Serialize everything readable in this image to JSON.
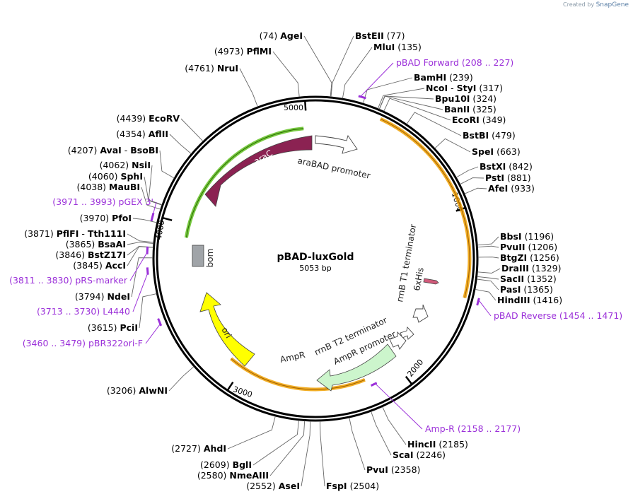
{
  "credit": {
    "prefix": "Created by",
    "brand": "SnapGene"
  },
  "plasmid": {
    "name": "pBAD-luxGold",
    "size_label": "5053 bp",
    "length": 5053
  },
  "ticks": [
    "1000",
    "2000",
    "3000",
    "4000",
    "5000"
  ],
  "sites": [
    {
      "pos": 74,
      "name": "AgeI",
      "num": "(74)"
    },
    {
      "pos": 77,
      "name": "BstEII",
      "num": "(77)"
    },
    {
      "pos": 135,
      "name": "MluI",
      "num": "(135)"
    },
    {
      "pos": 239,
      "name": "BamHI",
      "num": "(239)"
    },
    {
      "pos": 317,
      "name": "NcoI",
      "name2": "StyI",
      "num": "(317)"
    },
    {
      "pos": 324,
      "name": "Bpu10I",
      "num": "(324)"
    },
    {
      "pos": 325,
      "name": "BanII",
      "num": "(325)"
    },
    {
      "pos": 349,
      "name": "EcoRI",
      "num": "(349)"
    },
    {
      "pos": 479,
      "name": "BstBI",
      "num": "(479)"
    },
    {
      "pos": 663,
      "name": "SpeI",
      "num": "(663)"
    },
    {
      "pos": 842,
      "name": "BstXI",
      "num": "(842)"
    },
    {
      "pos": 881,
      "name": "PstI",
      "num": "(881)"
    },
    {
      "pos": 933,
      "name": "AfeI",
      "num": "(933)"
    },
    {
      "pos": 1196,
      "name": "BbsI",
      "num": "(1196)"
    },
    {
      "pos": 1206,
      "name": "PvuII",
      "num": "(1206)"
    },
    {
      "pos": 1256,
      "name": "BtgZI",
      "num": "(1256)"
    },
    {
      "pos": 1329,
      "name": "DraIII",
      "num": "(1329)"
    },
    {
      "pos": 1352,
      "name": "SacII",
      "num": "(1352)"
    },
    {
      "pos": 1365,
      "name": "PasI",
      "num": "(1365)"
    },
    {
      "pos": 1416,
      "name": "HindIII",
      "num": "(1416)"
    },
    {
      "pos": 2185,
      "name": "HincII",
      "num": "(2185)"
    },
    {
      "pos": 2246,
      "name": "ScaI",
      "num": "(2246)"
    },
    {
      "pos": 2358,
      "name": "PvuI",
      "num": "(2358)"
    },
    {
      "pos": 2504,
      "name": "FspI",
      "num": "(2504)"
    },
    {
      "pos": 2552,
      "name": "AseI",
      "num": "(2552)"
    },
    {
      "pos": 2580,
      "name": "NmeAIII",
      "num": "(2580)"
    },
    {
      "pos": 2609,
      "name": "BglI",
      "num": "(2609)"
    },
    {
      "pos": 2727,
      "name": "AhdI",
      "num": "(2727)"
    },
    {
      "pos": 3206,
      "name": "AlwNI",
      "num": "(3206)"
    },
    {
      "pos": 3615,
      "name": "PciI",
      "num": "(3615)"
    },
    {
      "pos": 3794,
      "name": "NdeI",
      "num": "(3794)"
    },
    {
      "pos": 3845,
      "name": "AccI",
      "num": "(3845)"
    },
    {
      "pos": 3846,
      "name": "BstZ17I",
      "num": "(3846)"
    },
    {
      "pos": 3865,
      "name": "BsaAI",
      "num": "(3865)"
    },
    {
      "pos": 3871,
      "name": "PflFI",
      "name2": "Tth111I",
      "num": "(3871)"
    },
    {
      "pos": 3970,
      "name": "PfoI",
      "num": "(3970)"
    },
    {
      "pos": 4038,
      "name": "MauBI",
      "num": "(4038)"
    },
    {
      "pos": 4060,
      "name": "SphI",
      "num": "(4060)"
    },
    {
      "pos": 4062,
      "name": "NsiI",
      "num": "(4062)"
    },
    {
      "pos": 4207,
      "name": "AvaI",
      "name2": "BsoBI",
      "num": "(4207)"
    },
    {
      "pos": 4354,
      "name": "AflII",
      "num": "(4354)"
    },
    {
      "pos": 4439,
      "name": "EcoRV",
      "num": "(4439)"
    },
    {
      "pos": 4761,
      "name": "NruI",
      "num": "(4761)"
    },
    {
      "pos": 4973,
      "name": "PflMI",
      "num": "(4973)"
    }
  ],
  "primers": [
    {
      "start": 208,
      "end": 227,
      "name": "pBAD Forward",
      "range": "(208 .. 227)"
    },
    {
      "start": 1454,
      "end": 1471,
      "name": "pBAD Reverse",
      "range": "(1454 .. 1471)"
    },
    {
      "start": 2158,
      "end": 2177,
      "name": "Amp-R",
      "range": "(2158 .. 2177)"
    },
    {
      "start": 3460,
      "end": 3479,
      "name": "pBR322ori-F",
      "range": "(3460 .. 3479)"
    },
    {
      "start": 3713,
      "end": 3730,
      "name": "L4440",
      "range": "(3713 .. 3730)"
    },
    {
      "start": 3811,
      "end": 3830,
      "name": "pRS-marker",
      "range": "(3811 .. 3830)"
    },
    {
      "start": 3971,
      "end": 3993,
      "name": "pGEX 3'",
      "range": "(3971 .. 3993)"
    }
  ],
  "features": [
    {
      "name": "araC",
      "color": "#8b2252"
    },
    {
      "name": "araBAD promoter",
      "color": "#ffffff"
    },
    {
      "name": "rrnB T1 terminator",
      "color": "#ffffff"
    },
    {
      "name": "6xHis",
      "color": "#d05a7a"
    },
    {
      "name": "rrnB T2 terminator",
      "color": "#ffffff"
    },
    {
      "name": "AmpR promoter",
      "color": "#ffffff"
    },
    {
      "name": "AmpR",
      "color": "#ccf5cc"
    },
    {
      "name": "ori",
      "color": "#ffff00"
    },
    {
      "name": "bom",
      "color": "#a0a4a8"
    }
  ],
  "colors": {
    "primer": "#9b30d9",
    "orf_arc": "#f0a000",
    "arac_arc": "#5fbf1f"
  }
}
